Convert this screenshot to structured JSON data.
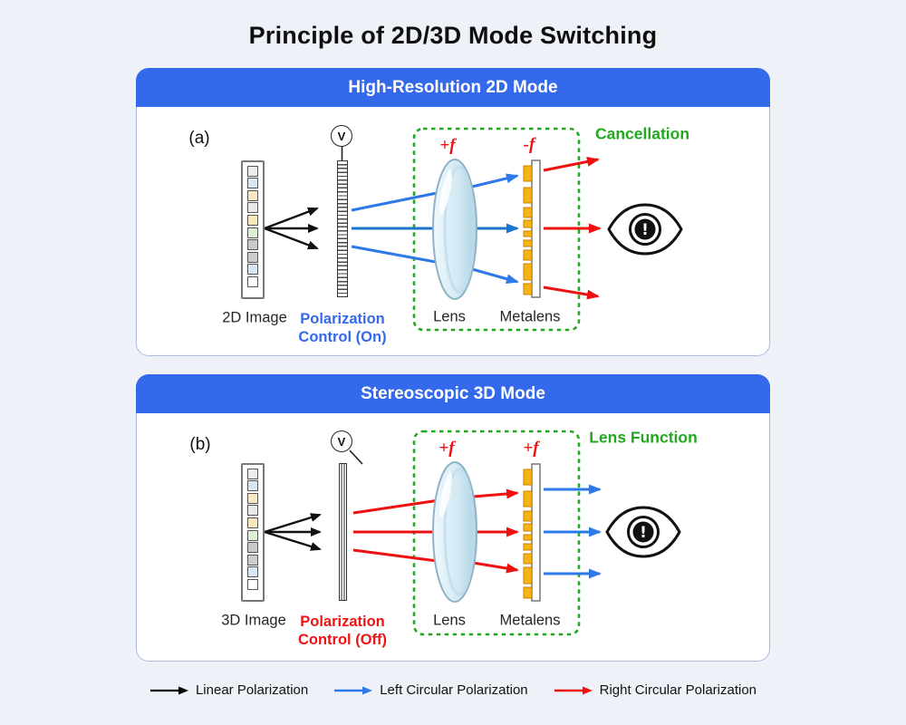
{
  "title": "Principle of 2D/3D Mode Switching",
  "colors": {
    "background": "#eef2f8",
    "header_blue": "#3569ec",
    "ray_blue": "#2e78e8",
    "ray_blue_dark": "#1b74cc",
    "ray_red": "#ee1111",
    "annotation_green": "#23a81f",
    "metalens_orange": "#f7b416",
    "lens_fill": "#cfe7f2"
  },
  "panel_a": {
    "header": "High-Resolution 2D Mode",
    "tag": "(a)",
    "image_label": "2D Image",
    "control_label_line1": "Polarization",
    "control_label_line2": "Control (On)",
    "voltage_label": "V",
    "lens_focal": "+f",
    "metalens_focal": "-f",
    "lens_label": "Lens",
    "metalens_label": "Metalens",
    "annotation": "Cancellation",
    "pixels": [
      "#ececec",
      "#d9e7f4",
      "#f8e8c4",
      "#e9e9e9",
      "#f8e8bc",
      "#def0d4",
      "#c9c9c9",
      "#cdcdcd",
      "#d9e7f4",
      "#ffffff"
    ]
  },
  "panel_b": {
    "header": "Stereoscopic 3D Mode",
    "tag": "(b)",
    "image_label": "3D Image",
    "control_label_line1": "Polarization",
    "control_label_line2": "Control (Off)",
    "voltage_label": "V",
    "lens_focal": "+f",
    "metalens_focal": "+f",
    "lens_label": "Lens",
    "metalens_label": "Metalens",
    "annotation": "Lens Function",
    "pixels": [
      "#ececec",
      "#d9e7f4",
      "#f8e8c4",
      "#e9e9e9",
      "#f8e8bc",
      "#def0d4",
      "#c9c9c9",
      "#cdcdcd",
      "#d9e7f4",
      "#ffffff"
    ]
  },
  "legend": {
    "items": [
      {
        "label": "Linear Polarization",
        "color": "#000000"
      },
      {
        "label": "Left Circular Polarization",
        "color": "#2e78e8"
      },
      {
        "label": "Right Circular Polarization",
        "color": "#ee1111"
      }
    ]
  }
}
